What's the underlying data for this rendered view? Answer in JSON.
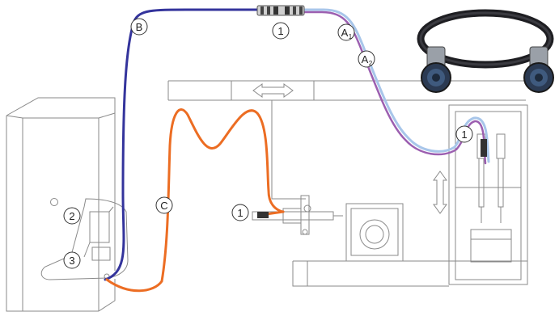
{
  "colors": {
    "line_art": "#8a8a8a",
    "cable_blue": "#34349c",
    "cable_orange": "#ec6d23",
    "cable_purple": "#9c5fb0",
    "cable_lightblue": "#a8c6ea",
    "background": "#ffffff"
  },
  "callouts": {
    "B": "B",
    "A1": "A",
    "A1_sub": "1",
    "A2": "A",
    "A2_sub": "2",
    "C": "C",
    "one_top": "1",
    "one_right": "1",
    "one_injector": "1",
    "two": "2",
    "three": "3"
  },
  "icons": {
    "photo": "coiled-cable-with-connectors-icon",
    "arrow_horizontal": "double-arrow-horizontal-icon",
    "arrow_vertical": "double-arrow-vertical-icon"
  }
}
